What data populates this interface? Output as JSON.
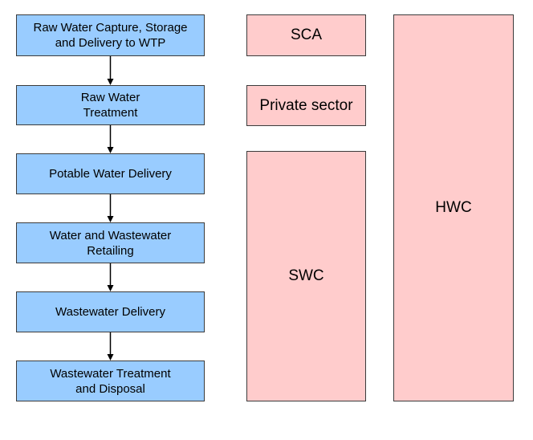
{
  "colors": {
    "process_fill": "#99ccff",
    "organisation_fill": "#ffcccc",
    "border": "#3b3b3b",
    "arrow": "#000000"
  },
  "process_steps": [
    {
      "label": "Raw Water Capture, Storage\nand Delivery to WTP"
    },
    {
      "label": "Raw Water\nTreatment"
    },
    {
      "label": "Potable Water Delivery"
    },
    {
      "label": "Water and Wastewater\nRetailing"
    },
    {
      "label": "Wastewater Delivery"
    },
    {
      "label": "Wastewater Treatment\nand Disposal"
    }
  ],
  "organisations": {
    "sca": "SCA",
    "private_sector": "Private sector",
    "swc": "SWC",
    "hwc": "HWC"
  }
}
